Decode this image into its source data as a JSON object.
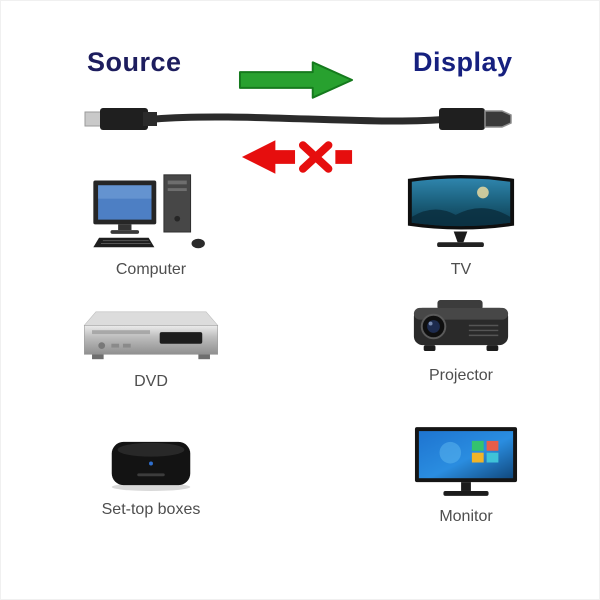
{
  "header": {
    "source": "Source",
    "display": "Display"
  },
  "icons": {
    "forward_arrow": "green-right-arrow",
    "reverse_arrow": "red-left-arrow-with-x",
    "cable": "hdmi-cable-with-connectors"
  },
  "sources": [
    {
      "label": "Computer"
    },
    {
      "label": "DVD"
    },
    {
      "label": "Set-top boxes"
    }
  ],
  "displays": [
    {
      "label": "TV"
    },
    {
      "label": "Projector"
    },
    {
      "label": "Monitor"
    }
  ],
  "colors": {
    "source_title": "#1d1d5e",
    "display_title": "#16207f",
    "forward_arrow_green": "#28a12f",
    "reverse_arrow_red": "#e60e0e",
    "device_label_gray": "#4e4e4e",
    "cable_dark": "#2b2b2b"
  }
}
